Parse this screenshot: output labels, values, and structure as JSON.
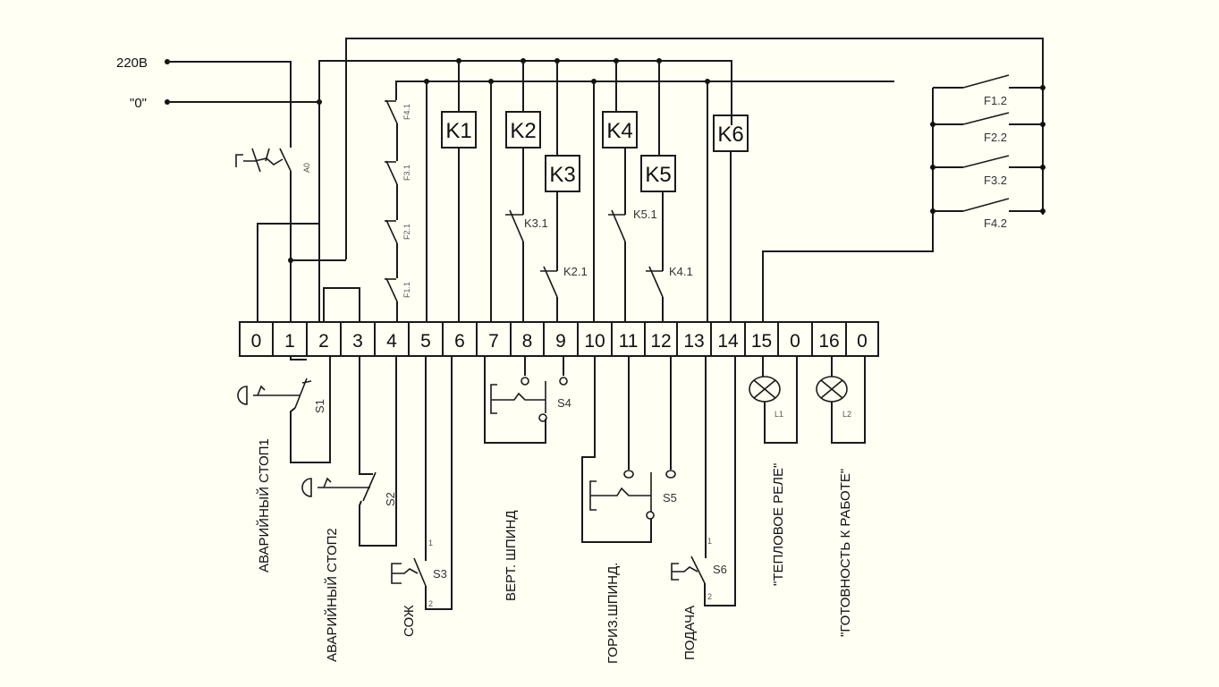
{
  "diagram": {
    "title": "Electrical control circuit schematic",
    "supply": {
      "phase_label": "220В",
      "neutral_label": "\"0\""
    },
    "breaker": {
      "label": "A0"
    },
    "coils": [
      "K1",
      "K2",
      "K3",
      "K4",
      "K5",
      "K6"
    ],
    "interlock_contacts": [
      "K3.1",
      "K2.1",
      "K5.1",
      "K4.1"
    ],
    "thermal_series_contacts": [
      "F4.1",
      "F3.1",
      "F2.1",
      "F1.1"
    ],
    "thermal_parallel_contacts": [
      "F1.2",
      "F2.2",
      "F3.2",
      "F4.2"
    ],
    "terminals": [
      "0",
      "1",
      "2",
      "3",
      "4",
      "5",
      "6",
      "7",
      "8",
      "9",
      "10",
      "11",
      "12",
      "13",
      "14",
      "15",
      "0",
      "16",
      "0"
    ],
    "switches": {
      "s1": "S1",
      "s2": "S2",
      "s3": "S3",
      "s4": "S4",
      "s5": "S5",
      "s6": "S6",
      "pin1": "1",
      "pin2": "2"
    },
    "lamps": [
      "L1",
      "L2"
    ],
    "captions": {
      "emergency_stop_1": "АВАРИЙНЫЙ СТОП1",
      "emergency_stop_2": "АВАРИЙНЫЙ СТОП2",
      "coolant": "СОЖ",
      "vertical_spindle": "ВЕРТ. ШПИНД",
      "horizontal_spindle": "ГОРИЗ.ШПИНД.",
      "feed": "ПОДАЧА",
      "thermal_relay": "\"ТЕПЛОВОЕ РЕЛЕ\"",
      "ready": "\"ГОТОВНОСТЬ К РАБОТЕ\""
    }
  }
}
